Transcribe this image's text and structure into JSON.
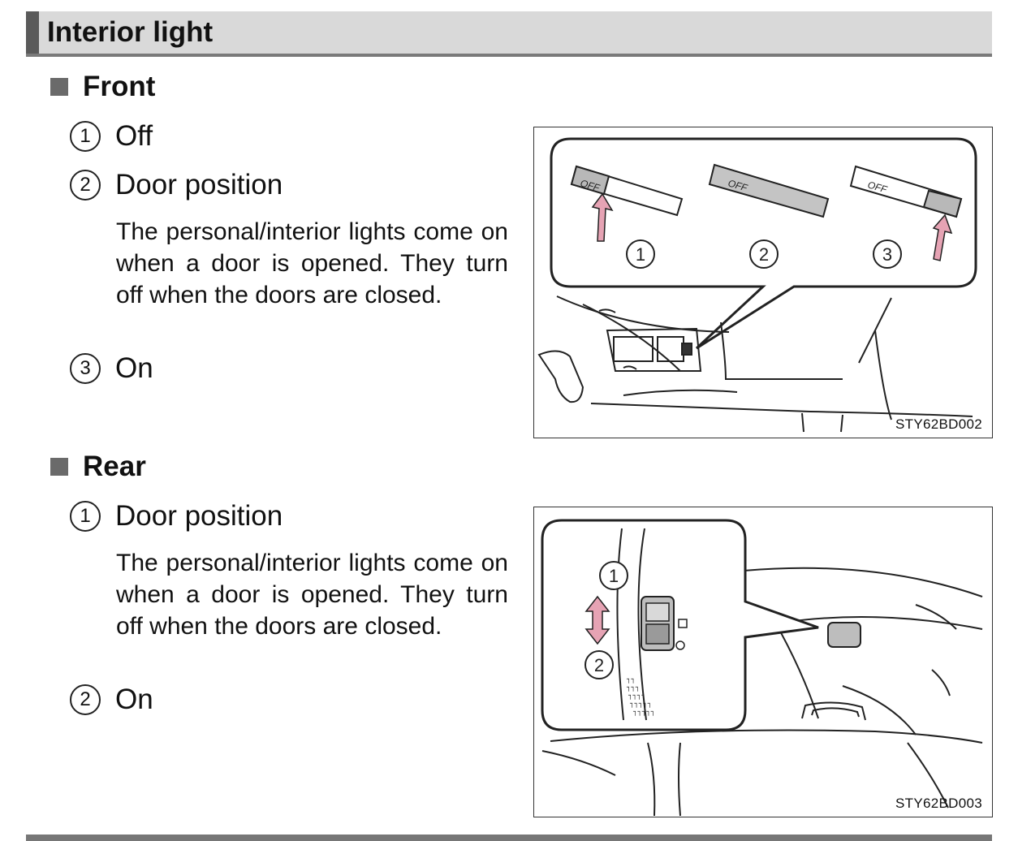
{
  "header": {
    "title": "Interior light"
  },
  "front": {
    "title": "Front",
    "items": [
      {
        "num": "1",
        "label": "Off"
      },
      {
        "num": "2",
        "label": "Door position",
        "description": "The personal/interior lights come on when a door is opened. They turn off when the doors are closed."
      },
      {
        "num": "3",
        "label": "On"
      }
    ],
    "figure": {
      "code": "STY62BD002",
      "callouts": [
        "1",
        "2",
        "3"
      ],
      "switch_label": "OFF"
    }
  },
  "rear": {
    "title": "Rear",
    "items": [
      {
        "num": "1",
        "label": "Door position",
        "description": "The personal/interior lights come on when a door is opened. They turn off when the doors are closed."
      },
      {
        "num": "2",
        "label": "On"
      }
    ],
    "figure": {
      "code": "STY62BD003",
      "callouts": [
        "1",
        "2"
      ]
    }
  },
  "colors": {
    "header_bg": "#d9d9d9",
    "accent": "#5a5a5a",
    "highlight_arrow": "#e6a3b4",
    "switch_fill": "#bdbdbd"
  }
}
